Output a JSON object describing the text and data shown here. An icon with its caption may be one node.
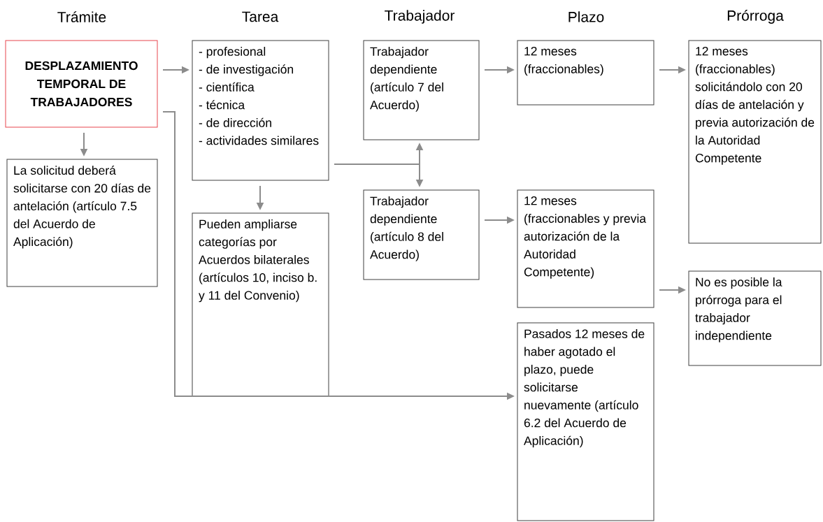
{
  "diagram": {
    "nodes": [
      {
        "text": [
          "DESPLAZAMIENTO TEMPORAL DE TRABAJADORES"
        ]
      },
      {
        "text": [
          "La solicitud deberá solicitarse con 20 días de antelación (artículo 7.5 del Acuerdo de Aplicación)"
        ]
      },
      {
        "text": [
          "- profesional",
          "- de investigación",
          "- científica",
          "- técnica",
          "- de dirección",
          "- actividades similares"
        ]
      },
      {
        "text": [
          "Pueden ampliarse categorías por Acuerdos bilaterales (artículos 10, inciso b. y 11 del Convenio)"
        ]
      },
      {
        "text": [
          "Trabajador dependiente (artículo 7 del Acuerdo)"
        ]
      },
      {
        "text": [
          "Trabajador dependiente (artículo 8 del Acuerdo)"
        ]
      },
      {
        "text": [
          "12 meses (fraccionables)"
        ]
      },
      {
        "text": [
          "12 meses (fraccionables y previa autorización de la Autoridad Competente)"
        ]
      },
      {
        "text": [
          "Pasados 12 meses de haber agotado el plazo, puede solicitarse nuevamente (artículo 6.2 del Acuerdo de Aplicación)"
        ]
      },
      {
        "text": [
          "12 meses (fraccionables) solicitándolo con 20 días de antelación y previa autorización de la Autoridad Competente"
        ]
      },
      {
        "text": [
          "No es posible la prórroga para el trabajador independiente"
        ]
      }
    ],
    "edges": [
      {
        "from": 0,
        "to": 2,
        "arrow": "to"
      },
      {
        "from": 0,
        "to": 1,
        "arrow": "to"
      },
      {
        "from": 2,
        "to": 4,
        "arrow": "to"
      },
      {
        "from": 2,
        "to": 5,
        "arrow": "to"
      },
      {
        "from": 2,
        "to": 3,
        "arrow": "to"
      },
      {
        "from": 4,
        "to": 6,
        "arrow": "to"
      },
      {
        "from": 5,
        "to": 7,
        "arrow": "to"
      },
      {
        "from": 6,
        "to": 9,
        "arrow": "to"
      },
      {
        "from": 7,
        "to": 10,
        "arrow": "to"
      },
      {
        "from": 0,
        "to": 8,
        "arrow": "to"
      }
    ],
    "labels": [
      "Trámite",
      "Tarea",
      "Trabajador",
      "Plazo",
      "Prórroga"
    ]
  }
}
